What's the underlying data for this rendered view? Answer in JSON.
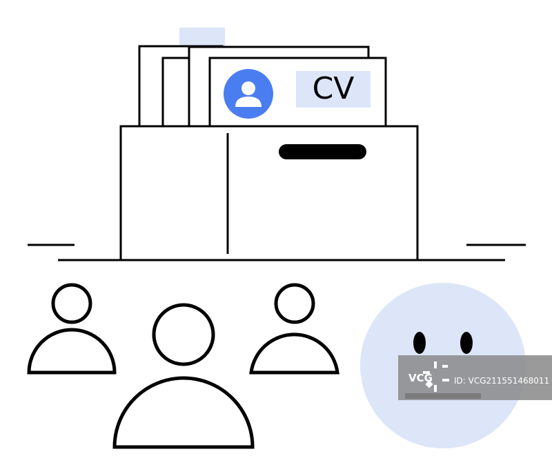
{
  "colors": {
    "line": "#000000",
    "accent_blue": "#4A7DF0",
    "light_blue": "#DCE6F8",
    "watermark_bg": "#8C8C8C",
    "white": "#FFFFFF"
  },
  "cv_document": {
    "label": "CV",
    "avatar_icon": "user-avatar-icon"
  },
  "icons": {
    "people": [
      "person-outline-icon",
      "person-outline-icon",
      "person-outline-icon"
    ],
    "emoji": "neutral-face-icon"
  },
  "watermark": {
    "brand": "VCG",
    "id_text": "ID: VCG211551468011"
  }
}
